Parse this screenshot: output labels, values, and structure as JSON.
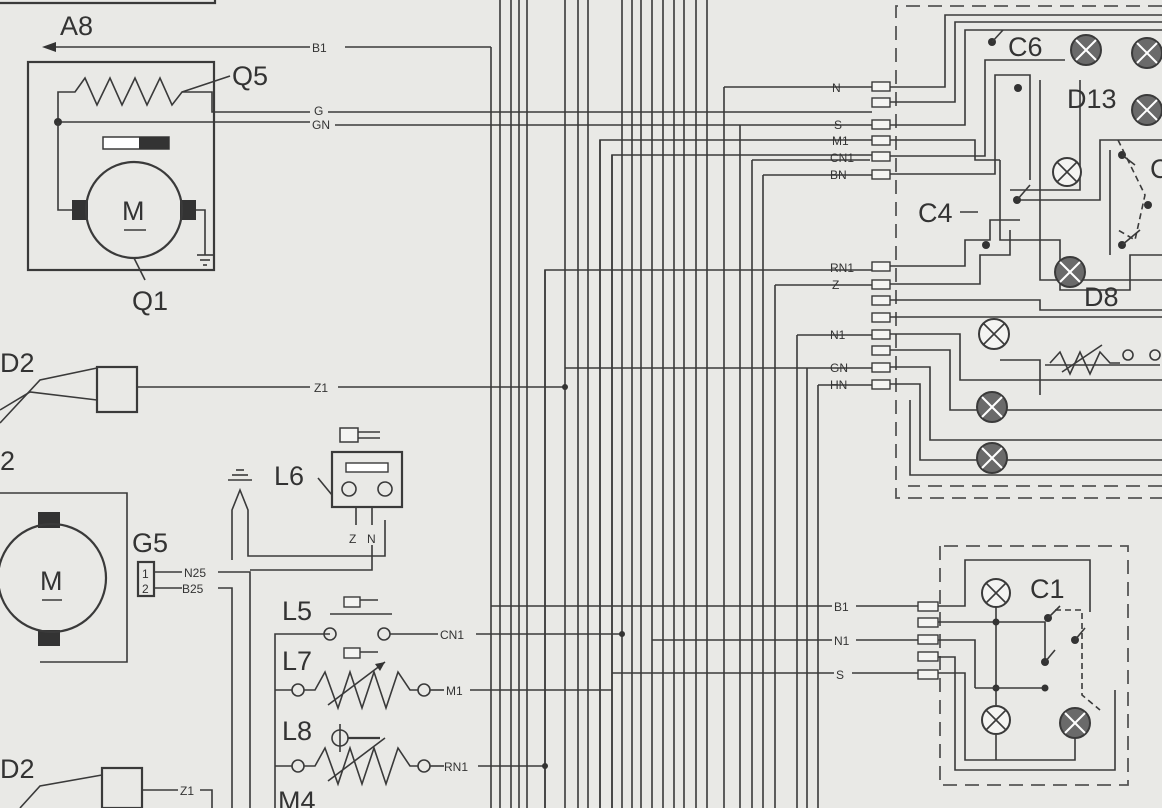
{
  "components": {
    "a8": "A8",
    "q5": "Q5",
    "q1": "Q1",
    "d2_top": "D2",
    "d2_bottom": "D2",
    "num_2": "2",
    "g5": "G5",
    "l6": "L6",
    "l5": "L5",
    "l7": "L7",
    "l8": "L8",
    "m4": "M4",
    "c6": "C6",
    "d13": "D13",
    "c4": "C4",
    "d8": "D8",
    "c1": "C1",
    "c_partial": "C",
    "motor_m": "M",
    "g5_pin1": "1",
    "g5_pin2": "2"
  },
  "wires": {
    "b1": "B1",
    "g": "G",
    "gn": "GN",
    "z1": "Z1",
    "z1_bottom": "Z1",
    "n25": "N25",
    "b25": "B25",
    "cn1": "CN1",
    "m1": "M1",
    "rn1": "RN1",
    "l6_z": "Z",
    "l6_n": "N"
  },
  "connector_top": [
    "N",
    "S",
    "M1",
    "CN1",
    "BN",
    "RN1",
    "Z",
    "N1",
    "GN",
    "HN"
  ],
  "connector_bottom": [
    "B1",
    "N1",
    "S"
  ]
}
